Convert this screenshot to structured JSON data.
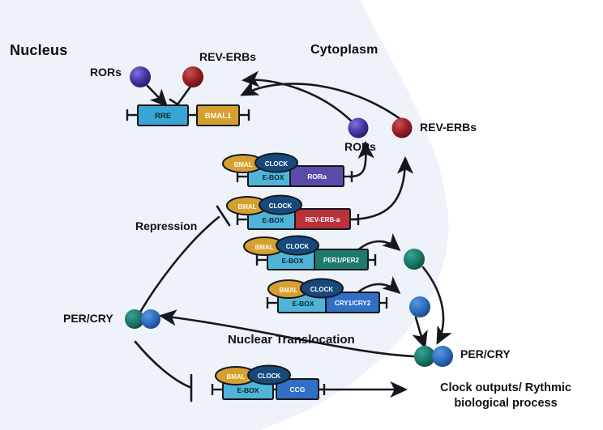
{
  "diagram": {
    "title_regions": {
      "nucleus": "Nucleus",
      "cytoplasm": "Cytoplasm"
    },
    "process_labels": {
      "repression": "Repression",
      "nuclear_translocation": "Nuclear Translocation",
      "clock_outputs": "Clock outputs/ Rythmic biological process"
    },
    "nucleus_proteins": {
      "rors_label": "RORs",
      "reverbs_label": "REV-ERBs",
      "percry_label": "PER/CRY"
    },
    "cytoplasm_proteins": {
      "rors_label": "RORs",
      "reverbs_label": "REV-ERBs",
      "percry_label": "PER/CRY"
    },
    "promoter_complex": {
      "rre_label": "RRE",
      "bmal1_label": "BMAL1"
    },
    "gene_complexes": [
      {
        "id": "rora",
        "bmal_label": "BMAL",
        "clock_label": "CLOCK",
        "ebox_label": "E-BOX",
        "gene_label": "RORa",
        "gene_color": "#5b4ba8"
      },
      {
        "id": "reverb-alpha",
        "bmal_label": "BMAL",
        "clock_label": "CLOCK",
        "ebox_label": "E-BOX",
        "gene_label": "REV-ERB-a",
        "gene_color": "#b8313b"
      },
      {
        "id": "per",
        "bmal_label": "BMAL",
        "clock_label": "CLOCK",
        "ebox_label": "E-BOX",
        "gene_label": "PER1/PER2",
        "gene_color": "#1d7a6c"
      },
      {
        "id": "cry",
        "bmal_label": "BMAL",
        "clock_label": "CLOCK",
        "ebox_label": "E-BOX",
        "gene_label": "CRY1/CRY2",
        "gene_color": "#2f6fc4"
      },
      {
        "id": "ccg",
        "bmal_label": "BMAL",
        "clock_label": "CLOCK",
        "ebox_label": "E-BOX",
        "gene_label": "CCG",
        "gene_color": "#2f6fc4"
      }
    ],
    "colors": {
      "nucleus_fill": "#eef2f9",
      "page_background": "#ffffff",
      "bmal_pill": "#d5a02f",
      "clock_pill": "#164a7d",
      "ebox_box": "#4fb4d8",
      "rre_box": "#39a5d4",
      "bmal1_box": "#d5a02f",
      "rors_sphere": "#3f36a0",
      "reverbs_sphere": "#9e1f27",
      "per_sphere": "#1d7a6c",
      "cry_sphere": "#2f6fc4",
      "stroke": "#16181f"
    }
  }
}
